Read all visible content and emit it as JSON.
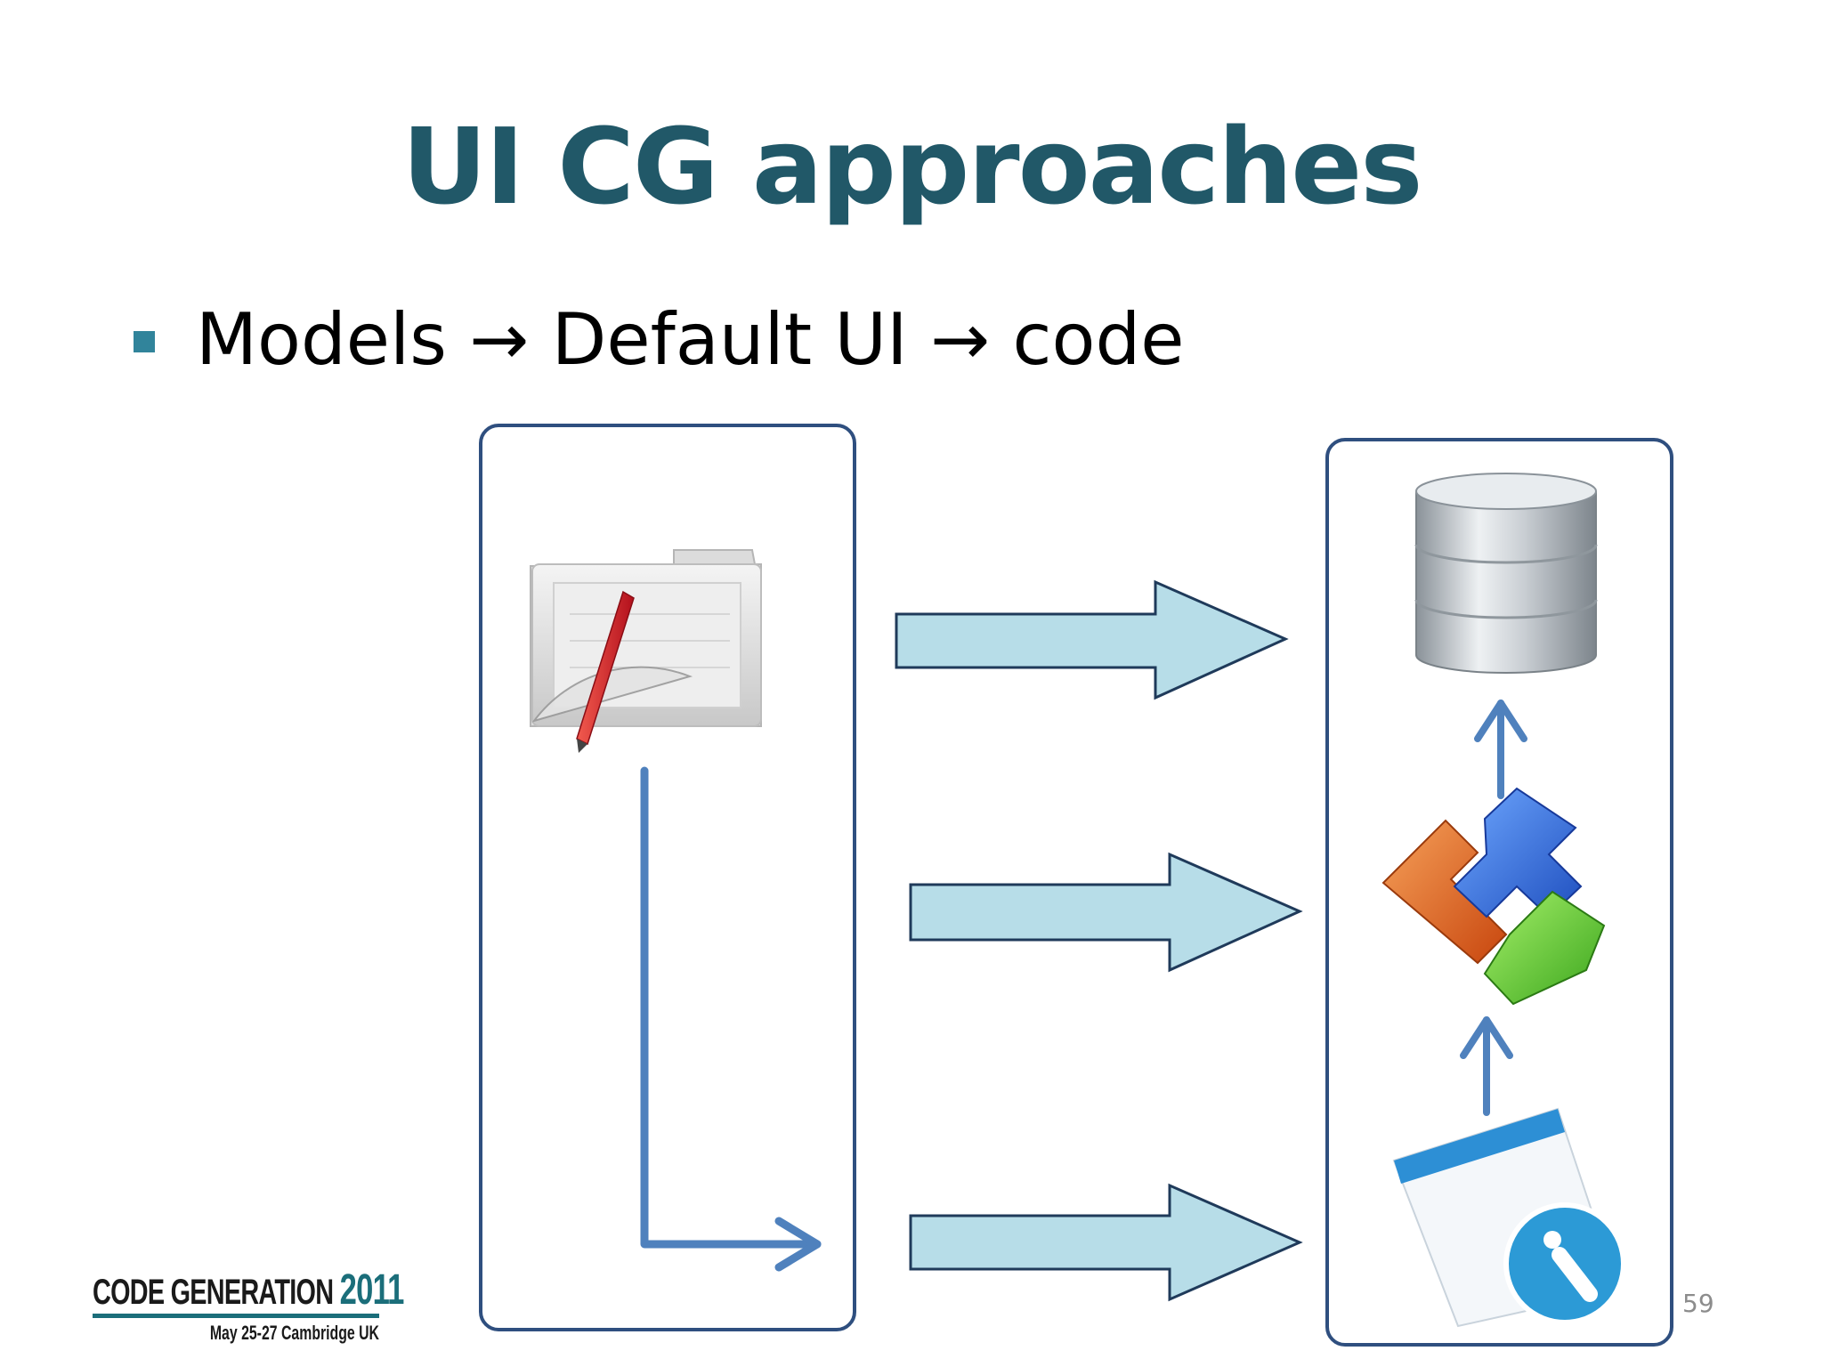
{
  "slide": {
    "title": "UI CG approaches",
    "bullet": "Models → Default UI → code",
    "page_number": "59"
  },
  "logo": {
    "name": "CODE GENERATION",
    "year": "2011",
    "subtitle": "May 25-27 Cambridge UK"
  },
  "icons": {
    "left": "design-folder-icon",
    "right_top": "database-icon",
    "right_middle": "puzzle-blocks-icon",
    "right_bottom": "info-document-icon"
  },
  "colors": {
    "title": "#215868",
    "bullet_marker": "#31849b",
    "box_border": "#2f4f7f",
    "arrow_fill": "#b7dde8",
    "connector": "#4f81bd"
  }
}
